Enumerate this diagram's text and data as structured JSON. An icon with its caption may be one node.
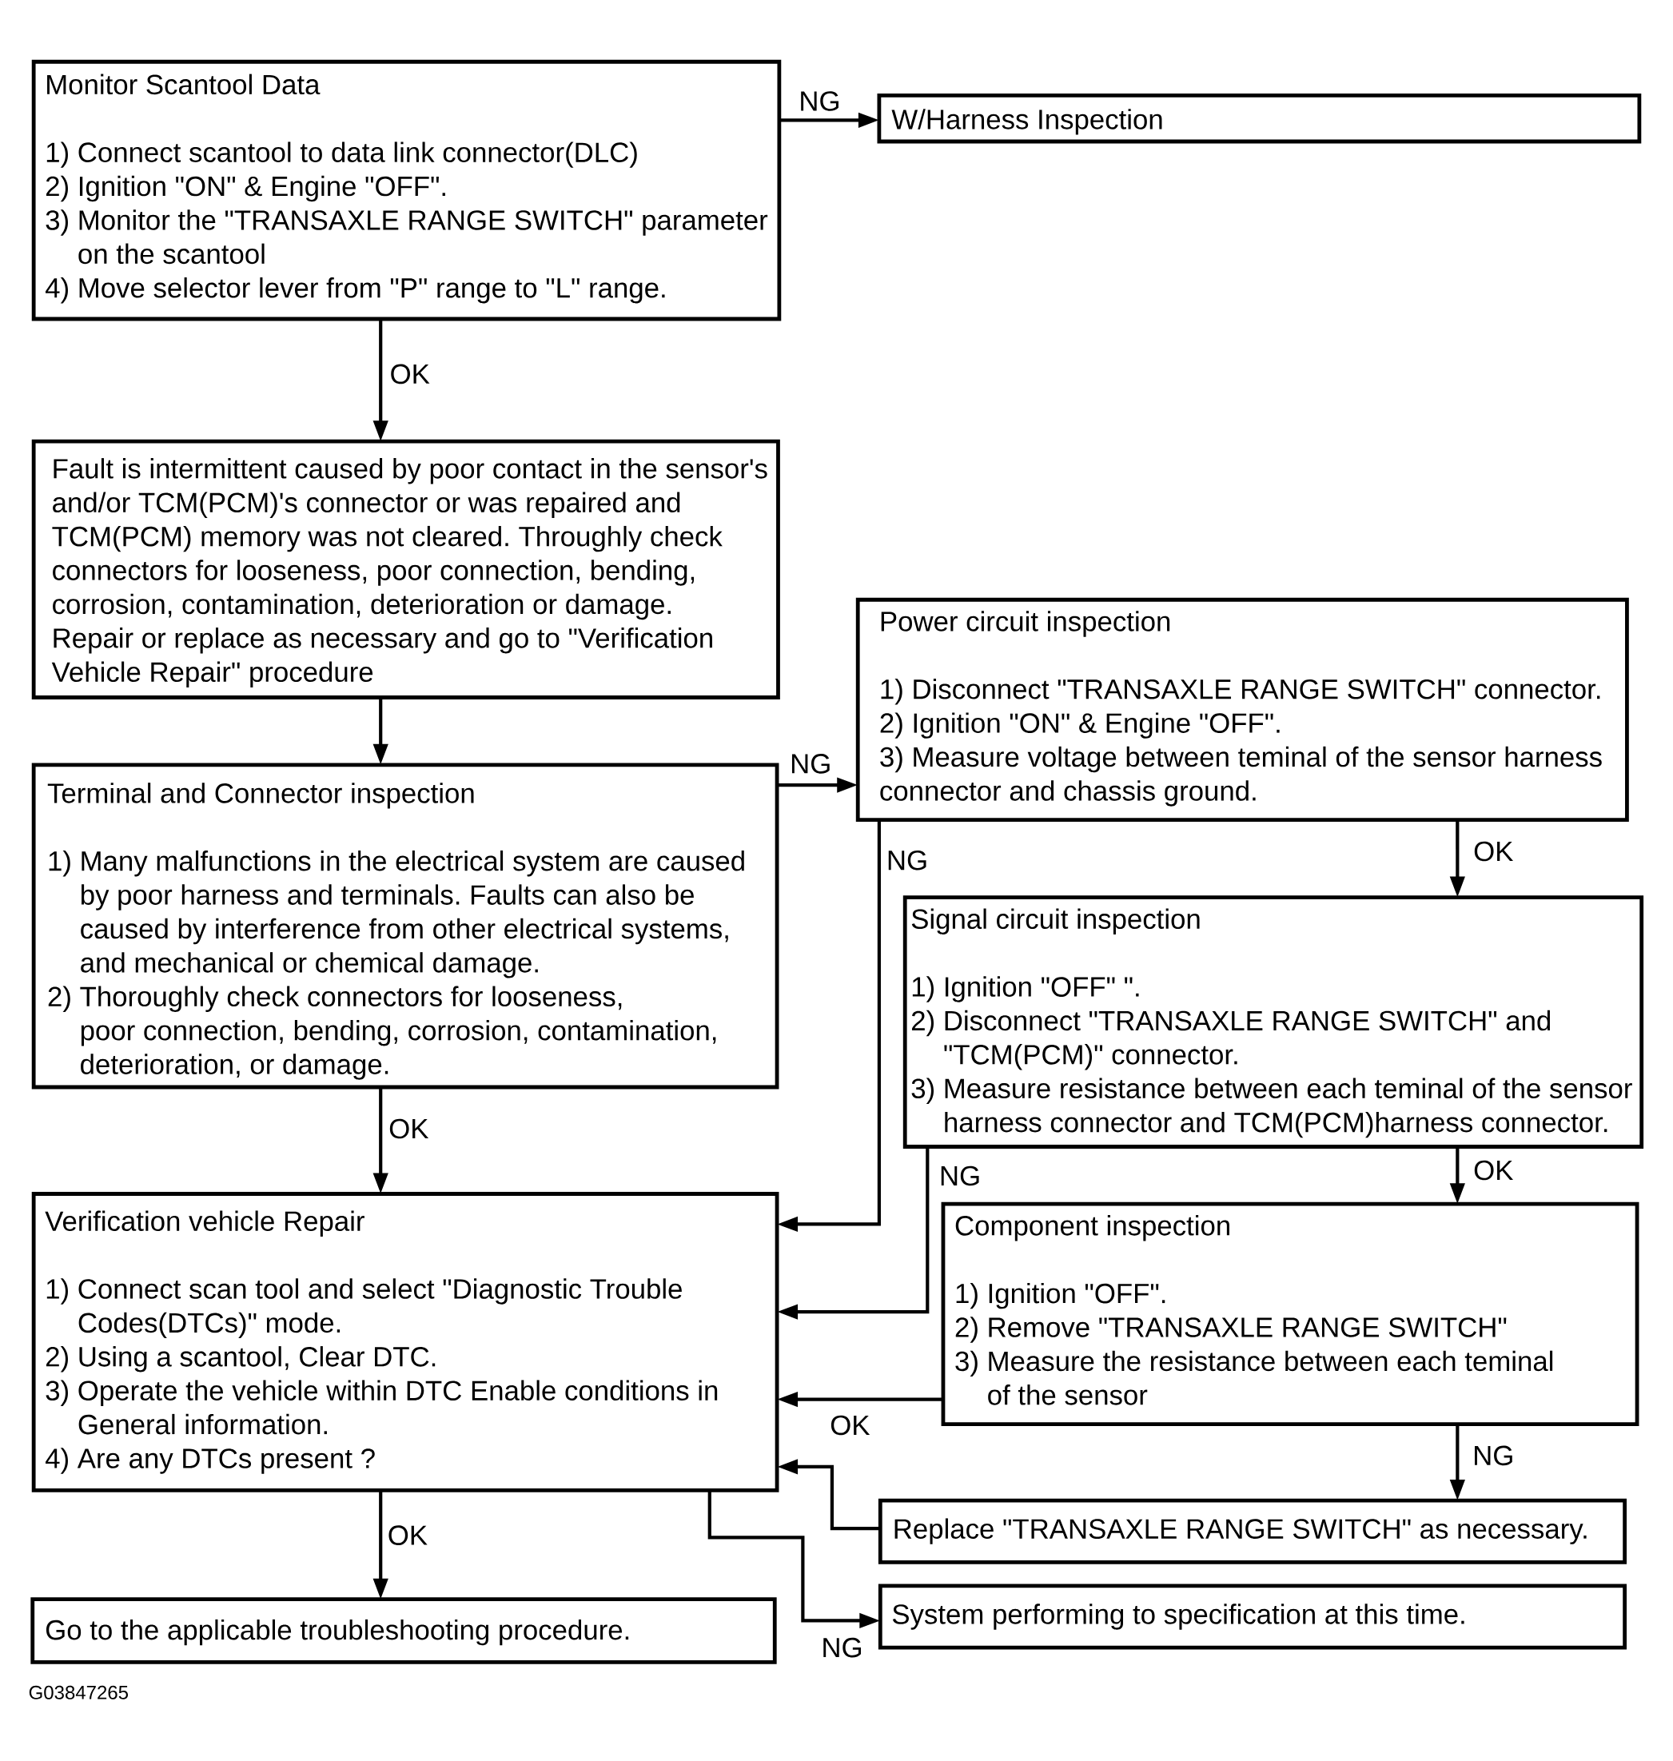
{
  "diagram": {
    "nodes": [
      {
        "text": [
          "Monitor Scantool Data",
          "1) Connect scantool to data link connector(DLC)",
          "2) Ignition \"ON\" & Engine \"OFF\".",
          "3) Monitor the \"TRANSAXLE RANGE SWITCH\" parameter on the scantool",
          "4) Move selector lever from \"P\" range to \"L\" range."
        ]
      },
      {
        "text": [
          "W/Harness Inspection"
        ]
      },
      {
        "text": [
          "Fault is intermittent caused by poor contact in the sensor's and/or TCM(PCM)'s connector or was repaired and TCM(PCM) memory was not cleared. Throughly check connectors for looseness, poor connection, bending, corrosion, contamination, deterioration or damage.",
          "Repair or replace as necessary and go to \"Verification Vehicle Repair\" procedure"
        ]
      },
      {
        "text": [
          "Terminal and Connector inspection",
          "1) Many malfunctions in the electrical system are caused by poor harness and terminals. Faults can also be caused by interference from other electrical systems, and mechanical or chemical damage.",
          "2) Thoroughly check connectors for looseness, poor connection, bending, corrosion, contamination, deterioration, or damage."
        ]
      },
      {
        "text": [
          "Power circuit inspection",
          "1) Disconnect \"TRANSAXLE RANGE SWITCH\" connector.",
          "2) Ignition \"ON\" & Engine \"OFF\".",
          "3) Measure voltage between teminal of the sensor harness connector and chassis ground."
        ]
      },
      {
        "text": [
          "Signal circuit inspection",
          "1) Ignition \"OFF\" \".",
          "2) Disconnect \"TRANSAXLE RANGE SWITCH\" and \"TCM(PCM)\" connector.",
          "3) Measure resistance between each teminal of the sensor harness connector and TCM(PCM)harness connector."
        ]
      },
      {
        "text": [
          "Verification vehicle Repair",
          "1) Connect scan tool and select \"Diagnostic Trouble Codes(DTCs)\" mode.",
          "2) Using a scantool, Clear DTC.",
          "3) Operate the vehicle within DTC Enable conditions in General information.",
          "4) Are any DTCs present ?"
        ]
      },
      {
        "text": [
          "Component inspection",
          "1) Ignition \"OFF\".",
          "2) Remove \"TRANSAXLE RANGE SWITCH\"",
          "3) Measure the resistance between each teminal of the sensor"
        ]
      },
      {
        "text": [
          "Replace \"TRANSAXLE RANGE SWITCH\" as necessary."
        ]
      },
      {
        "text": [
          "Go to the applicable troubleshooting procedure."
        ]
      },
      {
        "text": [
          "System performing to specification at this time."
        ]
      }
    ],
    "edges": [
      {
        "from": 0,
        "to": 1,
        "arrow": "to",
        "label": "NG"
      },
      {
        "from": 0,
        "to": 2,
        "arrow": "to",
        "label": "OK"
      },
      {
        "from": 2,
        "to": 3,
        "arrow": "to"
      },
      {
        "from": 3,
        "to": 4,
        "arrow": "to",
        "label": "NG"
      },
      {
        "from": 3,
        "to": 6,
        "arrow": "to",
        "label": "OK"
      },
      {
        "from": 4,
        "to": 6,
        "arrow": "to",
        "label": "NG"
      },
      {
        "from": 4,
        "to": 5,
        "arrow": "to",
        "label": "OK"
      },
      {
        "from": 5,
        "to": 6,
        "arrow": "to",
        "label": "NG"
      },
      {
        "from": 5,
        "to": 7,
        "arrow": "to",
        "label": "OK"
      },
      {
        "from": 7,
        "to": 6,
        "arrow": "to",
        "label": "OK"
      },
      {
        "from": 7,
        "to": 8,
        "arrow": "to",
        "label": "NG"
      },
      {
        "from": 8,
        "to": 6,
        "arrow": "to"
      },
      {
        "from": 6,
        "to": 9,
        "arrow": "to",
        "label": "OK"
      },
      {
        "from": 6,
        "to": 10,
        "arrow": "to",
        "label": "NG"
      }
    ],
    "labels": [
      "G03847265"
    ]
  }
}
